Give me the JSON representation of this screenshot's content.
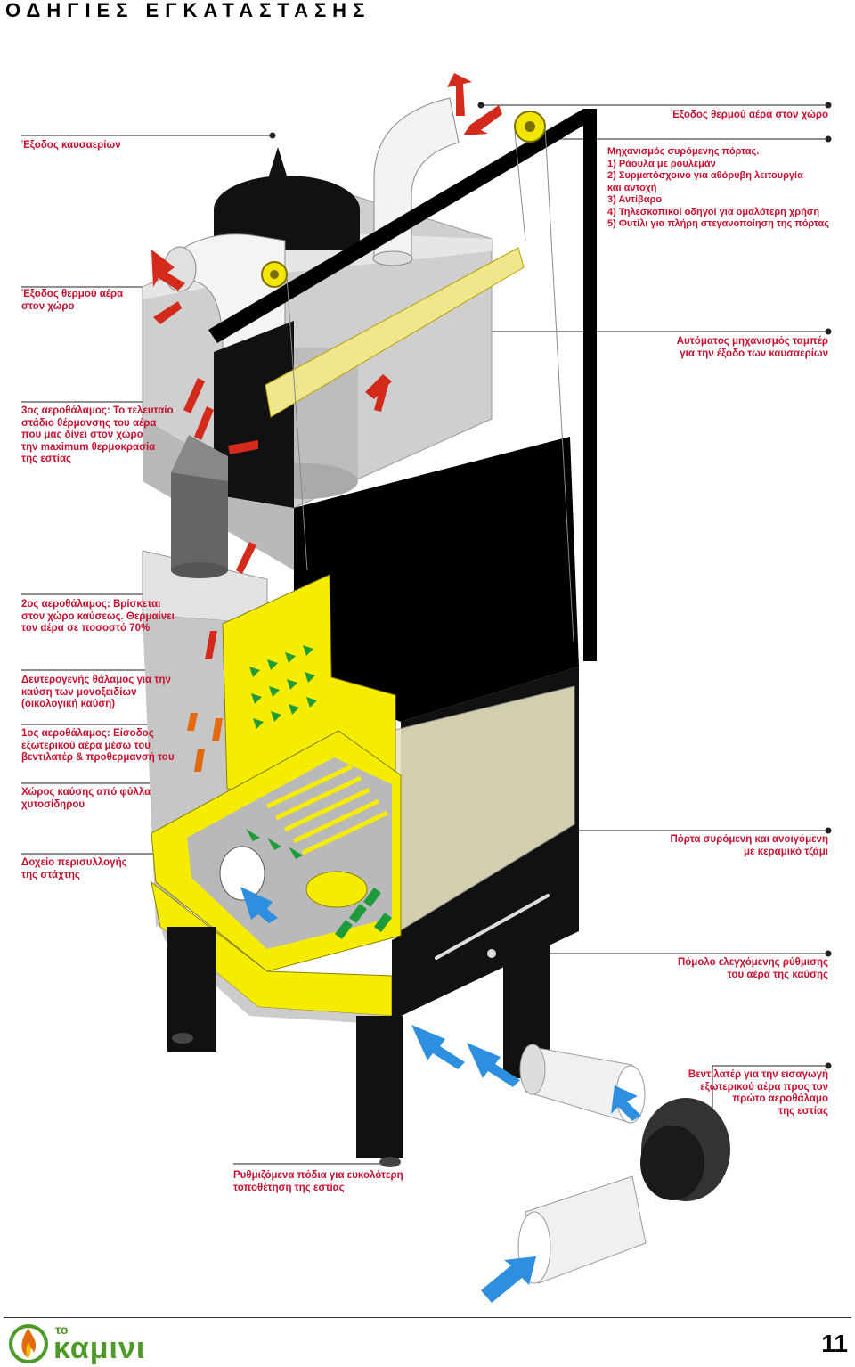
{
  "header": {
    "title": "ΟΔΗΓΙΕΣ ΕΓΚΑΤΑΣΤΑΣΗΣ"
  },
  "labels": {
    "flue_exit": "Έξοδος καυσαερίων",
    "hot_air_exit_top": "Έξοδος θερμού αέρα στον χώρο",
    "hot_air_exit_left": "Έξοδος θερμού αέρα\nστον χώρο",
    "door_mechanism": "Μηχανισμός συρόμενης πόρτας.\n1) Ράουλα με ρουλεμάν\n2) Συρματόσχοινο για αθόρυβη λειτουργία\n    και αντοχή\n3) Αντίβαρο\n4) Τηλεσκοπικοί οδηγοί για ομαλότερη χρήση\n5) Φυτίλι για πλήρη στεγανοποίηση της πόρτας",
    "damper": "Αυτόματος μηχανισμός  ταμπέρ\nγια την έξοδο των καυσαερίων",
    "chamber3": "3ος αεροθάλαμος: Το τελευταίο\nστάδιο θέρμανσης του αέρα\nπου μας δίνει στον χώρο\nτην maximum θερμοκρασία\nτης εστίας",
    "chamber2": "2ος αεροθάλαμος: Βρίσκεται\nστον χώρο καύσεως. Θερμαίνει\nτον αέρα σε ποσοστό 70%",
    "secondary_chamber": "Δευτερογενής θάλαμος για την\nκαύση των μονοξειδίων\n(οικολογική καύση)",
    "chamber1": "1ος αεροθάλαμος: Είσοδος\nεξωτερικού αέρα μέσω του\nβεντιλατέρ & προθερμανσή του",
    "combustion_space": "Χώρος καύσης από φύλλα\nχυτοσίδηρου",
    "ash_drawer": "Δοχείο περισυλλογής\nτης στάχτης",
    "sliding_door": "Πόρτα συρόμενη και ανοιγόμενη\nμε κεραμικό τζάμι",
    "air_knob": "Πόμολο ελεγχόμενης ρύθμισης\nτου αέρα της καύσης",
    "fan": "Βεντιλατέρ για την εισαγωγή\nεξωτερικού αέρα προς τον\nπρώτο αεροθάλαμο\nτης εστίας",
    "feet": "Ρυθμιζόμενα πόδια για ευκολότερη\nτοποθέτηση της εστίας"
  },
  "footer": {
    "logo_small": "το",
    "logo_word": "καμινι",
    "page_number": "11"
  },
  "colors": {
    "label_red": "#c8102e",
    "yellow": "#ffff00",
    "logo_green": "#4d9a28"
  }
}
